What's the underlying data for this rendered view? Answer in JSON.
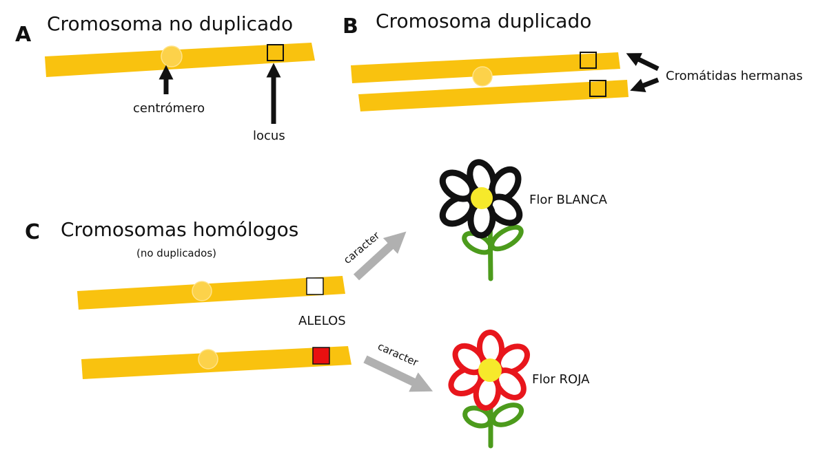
{
  "colors": {
    "chromosome": "#F9C20F",
    "white_allele": "#ffffff",
    "red_allele": "#E81010",
    "grey_arrow": "#B0B0B0",
    "flower_black": "#111111",
    "flower_red": "#E8161C",
    "flower_center": "#F6E92B",
    "stem": "#4C9B1C"
  },
  "panel_a": {
    "letter": "A",
    "title": "Cromosoma no duplicado",
    "centromere_label": "centrómero",
    "locus_label": "locus"
  },
  "panel_b": {
    "letter": "B",
    "title": "Cromosoma duplicado",
    "chromatids_label": "Cromátidas hermanas"
  },
  "panel_c": {
    "letter": "C",
    "title": "Cromosomas homólogos",
    "subtitle": "(no duplicados)",
    "alleles_label": "ALELOS",
    "trait_label_top": "caracter",
    "trait_label_bottom": "caracter",
    "white_flower_label": "Flor BLANCA",
    "red_flower_label": "Flor ROJA"
  }
}
